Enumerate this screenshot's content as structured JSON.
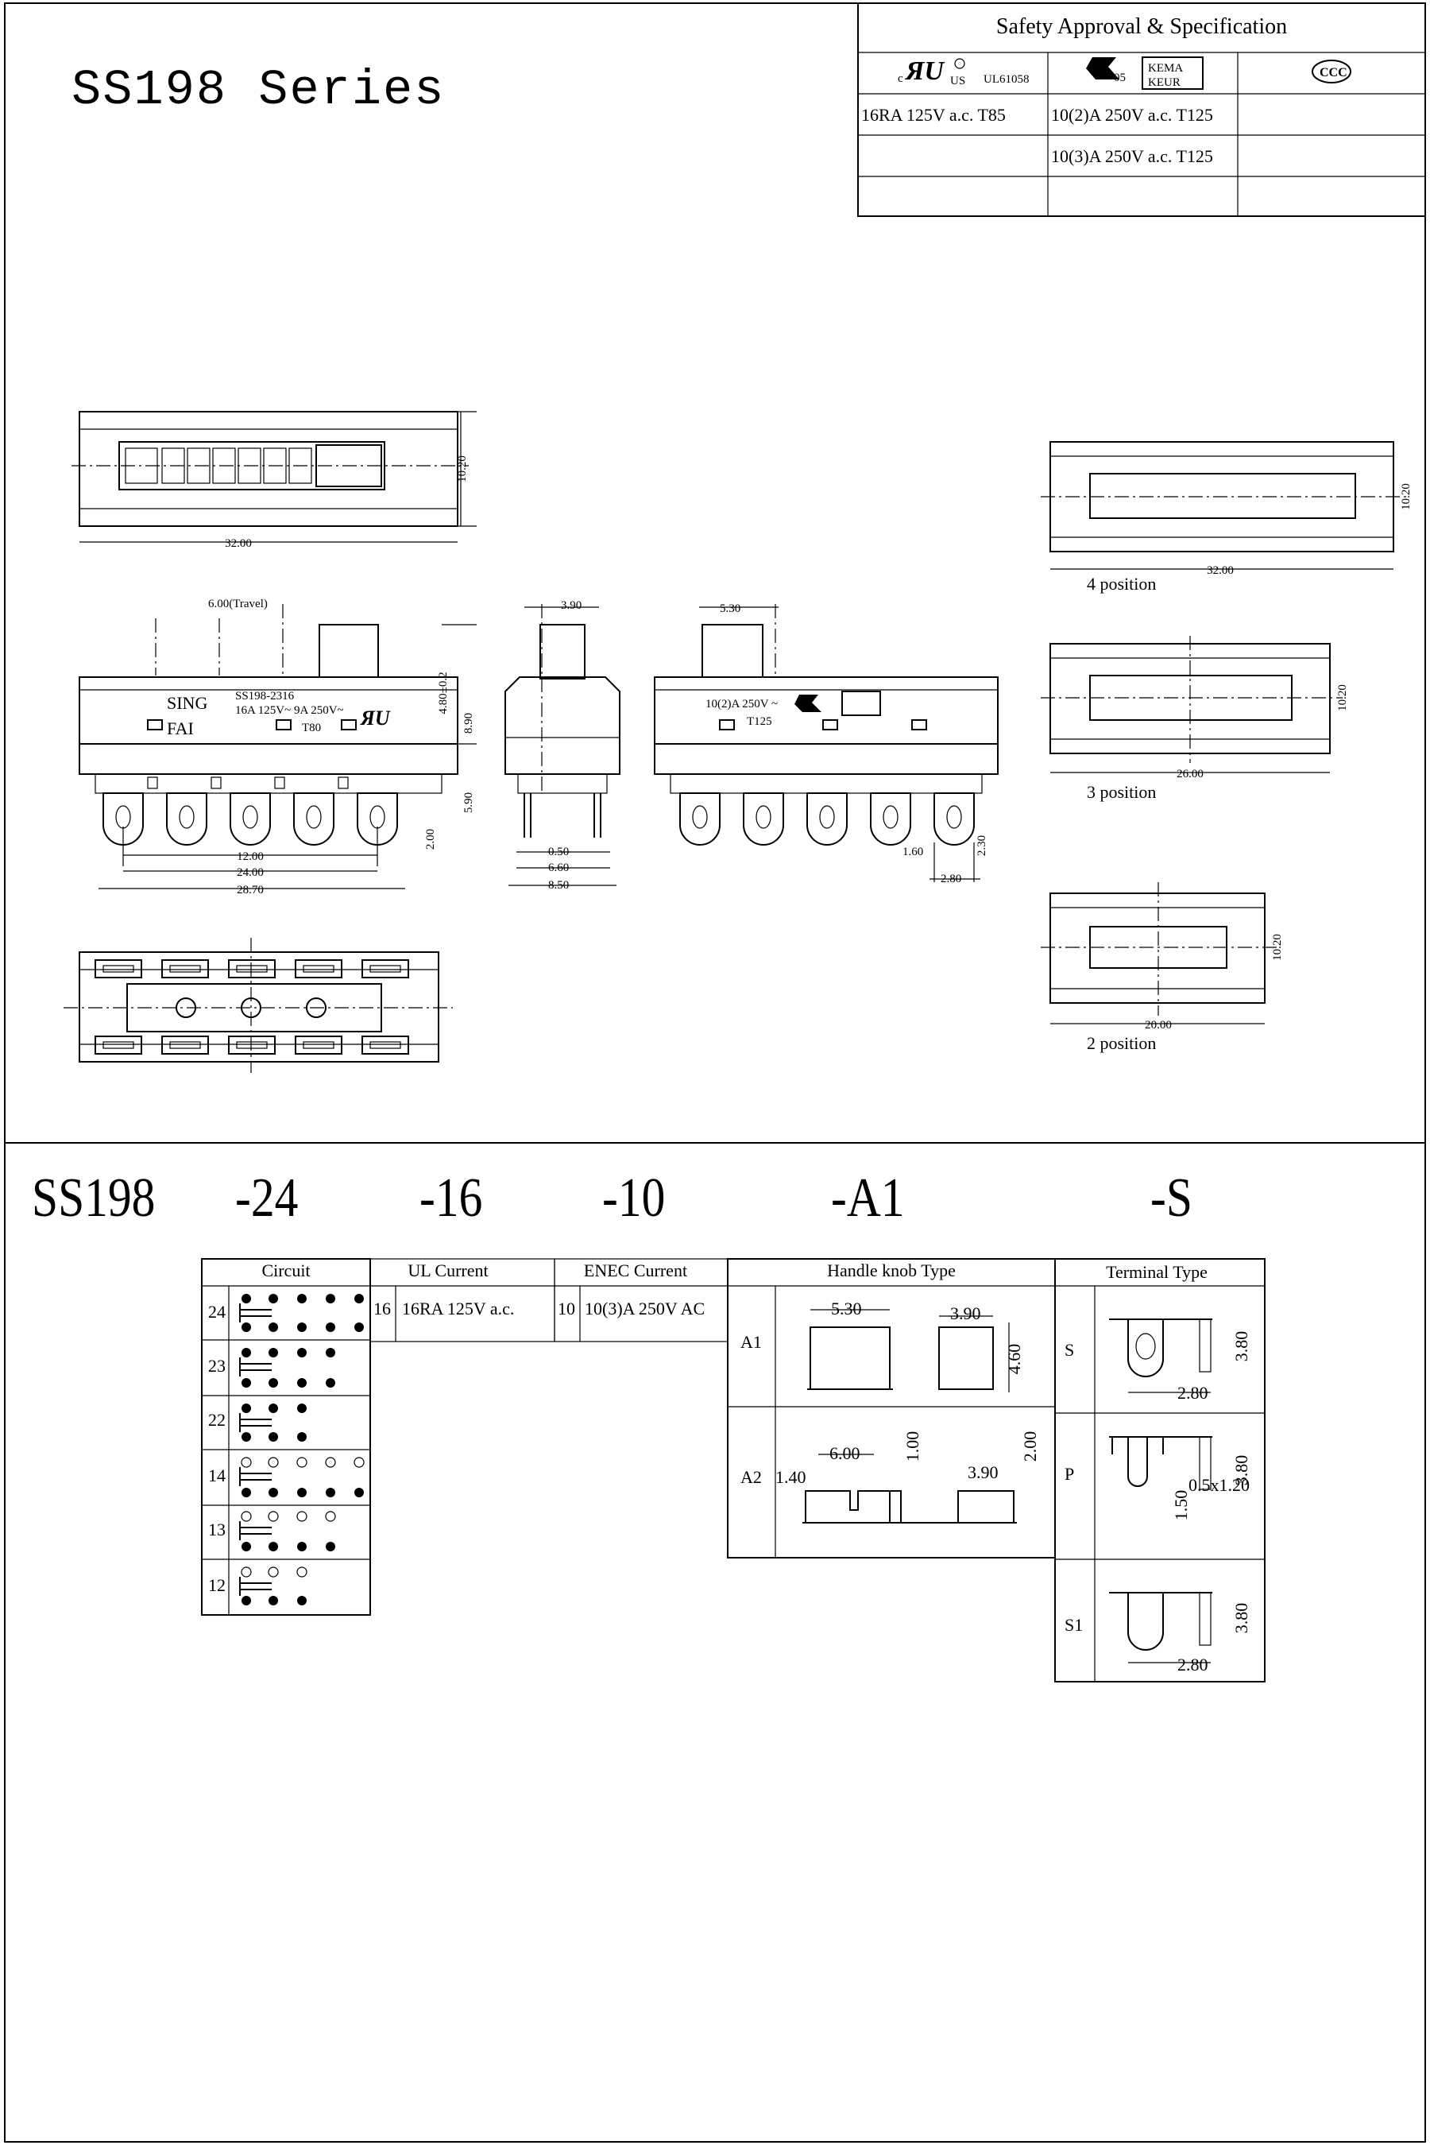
{
  "series_title": "SS198  Series",
  "approval": {
    "title": "Safety Approval & Specification",
    "ul_label": "UL61058",
    "rows": [
      [
        "16RA 125V a.c.   T85",
        "10(2)A 250V a.c.  T125",
        ""
      ],
      [
        "",
        "10(3)A 250V a.c.  T125",
        ""
      ],
      [
        "",
        "",
        ""
      ]
    ],
    "t85": "T85"
  },
  "dims": {
    "top_width": "32.00",
    "top_height": "10.20",
    "travel": "6.00(Travel)",
    "knob_w": "3.90",
    "knob_w2": "5.30",
    "h480": "4.80±0.2",
    "h890": "8.90",
    "h590": "5.90",
    "h200": "2.00",
    "w1200": "12.00",
    "w2400": "24.00",
    "w2870": "28.70",
    "w050": "0.50",
    "w660": "6.60",
    "w850": "8.50",
    "w160": "1.60",
    "w230": "2.30",
    "w280": "2.80",
    "pos4_w": "32.00",
    "pos4_h": "10.20",
    "pos4": "4 position",
    "pos3_w": "26.00",
    "pos3_h": "10.20",
    "pos3": "3 position",
    "pos2_w": "20.00",
    "pos2_h": "10.20",
    "pos2": "2 position"
  },
  "body_marking": {
    "brand": "SING",
    "fai": "FAI",
    "model": "SS198-2316",
    "rating": "16A 125V~ 9A 250V~",
    "t80": "T80",
    "rating2": "10(2)A 250V ~",
    "t125": "T125"
  },
  "part_code": [
    "SS198",
    "-24",
    "-16",
    "-10",
    "-A1",
    "-S"
  ],
  "options": {
    "circuit_header": "Circuit",
    "ul_header": "UL Current",
    "enec_header": "ENEC Current",
    "knob_header": "Handle knob Type",
    "terminal_header": "Terminal Type",
    "circuits": [
      "24",
      "23",
      "22",
      "14",
      "13",
      "12"
    ],
    "ul_code": "16",
    "ul_value": "16RA 125V a.c.",
    "enec_code": "10",
    "enec_value": "10(3)A 250V AC",
    "knobs": [
      {
        "code": "A1",
        "d1": "5.30",
        "d2": "3.90",
        "d3": "4.60"
      },
      {
        "code": "A2",
        "d1": "6.00",
        "d2": "1.00",
        "d3": "3.90",
        "d4": "2.00",
        "d5": "1.40"
      }
    ],
    "terminals": [
      {
        "code": "S",
        "w": "2.80",
        "h": "3.80"
      },
      {
        "code": "P",
        "w": "0.5x1.20",
        "h": "3.80",
        "h2": "1.50"
      },
      {
        "code": "S1",
        "w": "2.80",
        "h": "3.80"
      }
    ]
  }
}
